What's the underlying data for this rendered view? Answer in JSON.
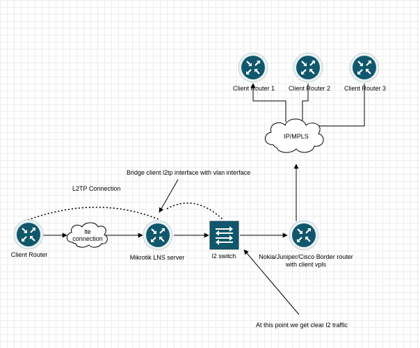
{
  "nodes": {
    "client_router_1": {
      "label": "Client Router 1",
      "icon": "router-icon"
    },
    "client_router_2": {
      "label": "Client Router 2",
      "icon": "router-icon"
    },
    "client_router_3": {
      "label": "Client Router 3",
      "icon": "router-icon"
    },
    "client_router": {
      "label": "Client Router",
      "icon": "router-icon"
    },
    "lns_server": {
      "label": "Mikrotik LNS server",
      "icon": "router-icon"
    },
    "l2_switch": {
      "label": "l2 switch",
      "icon": "switch-icon"
    },
    "border_router": {
      "label_line1": "Nokia/Juniper/Cisco Border router",
      "label_line2": "with client vpls",
      "icon": "router-icon"
    }
  },
  "clouds": {
    "ipmpls": {
      "label": "IP/MPLS"
    },
    "lte": {
      "label_line1": "lte",
      "label_line2": "connection"
    }
  },
  "annotations": {
    "bridge": "Bridge client l2tp interface with vlan interface",
    "l2tp": "L2TP Connection",
    "clear_traffic": "At this point we get clear l2 traffic"
  },
  "colors": {
    "device_fill": "#10576c",
    "device_arrow": "#ffffff",
    "line": "#000000",
    "grid": "#ececec"
  }
}
